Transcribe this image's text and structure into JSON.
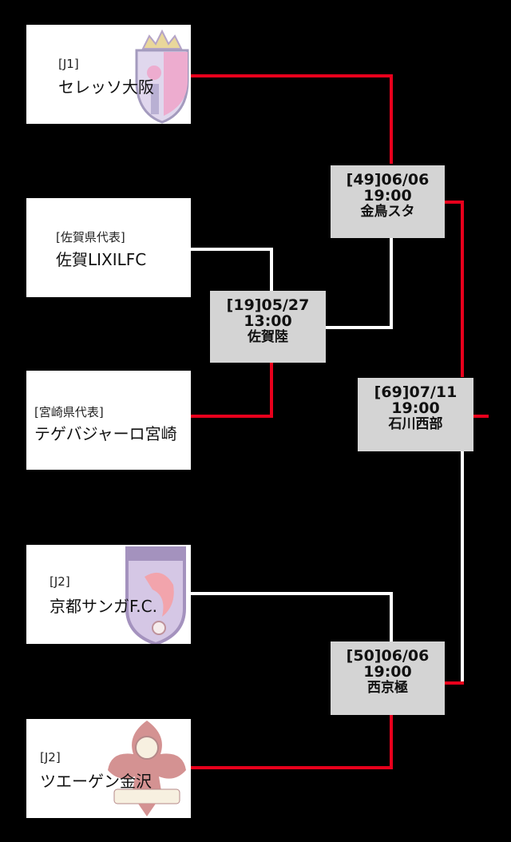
{
  "colors": {
    "background": "#000000",
    "winner_line": "#e8001c",
    "path_line": "#ffffff",
    "team_box": "#ffffff",
    "match_box": "#d4d4d4"
  },
  "teams": [
    {
      "tag": "[J1]",
      "name": "セレッソ大阪",
      "crest": "cerezo-osaka-crest"
    },
    {
      "tag": "[佐賀県代表]",
      "name": "佐賀LIXILFC",
      "crest": ""
    },
    {
      "tag": "[宮崎県代表]",
      "name": "テゲバジャーロ宮崎",
      "crest": ""
    },
    {
      "tag": "[J2]",
      "name": "京都サンガF.C.",
      "crest": "kyoto-sanga-crest"
    },
    {
      "tag": "[J2]",
      "name": "ツエーゲン金沢",
      "crest": "zweigen-kanazawa-crest"
    }
  ],
  "matches": {
    "m19": {
      "line1": "[19]05/27",
      "line2": "13:00",
      "line3": "佐賀陸"
    },
    "m49": {
      "line1": "[49]06/06",
      "line2": "19:00",
      "line3": "金鳥スタ"
    },
    "m50": {
      "line1": "[50]06/06",
      "line2": "19:00",
      "line3": "西京極"
    },
    "m69": {
      "line1": "[69]07/11",
      "line2": "19:00",
      "line3": "石川西部"
    }
  }
}
